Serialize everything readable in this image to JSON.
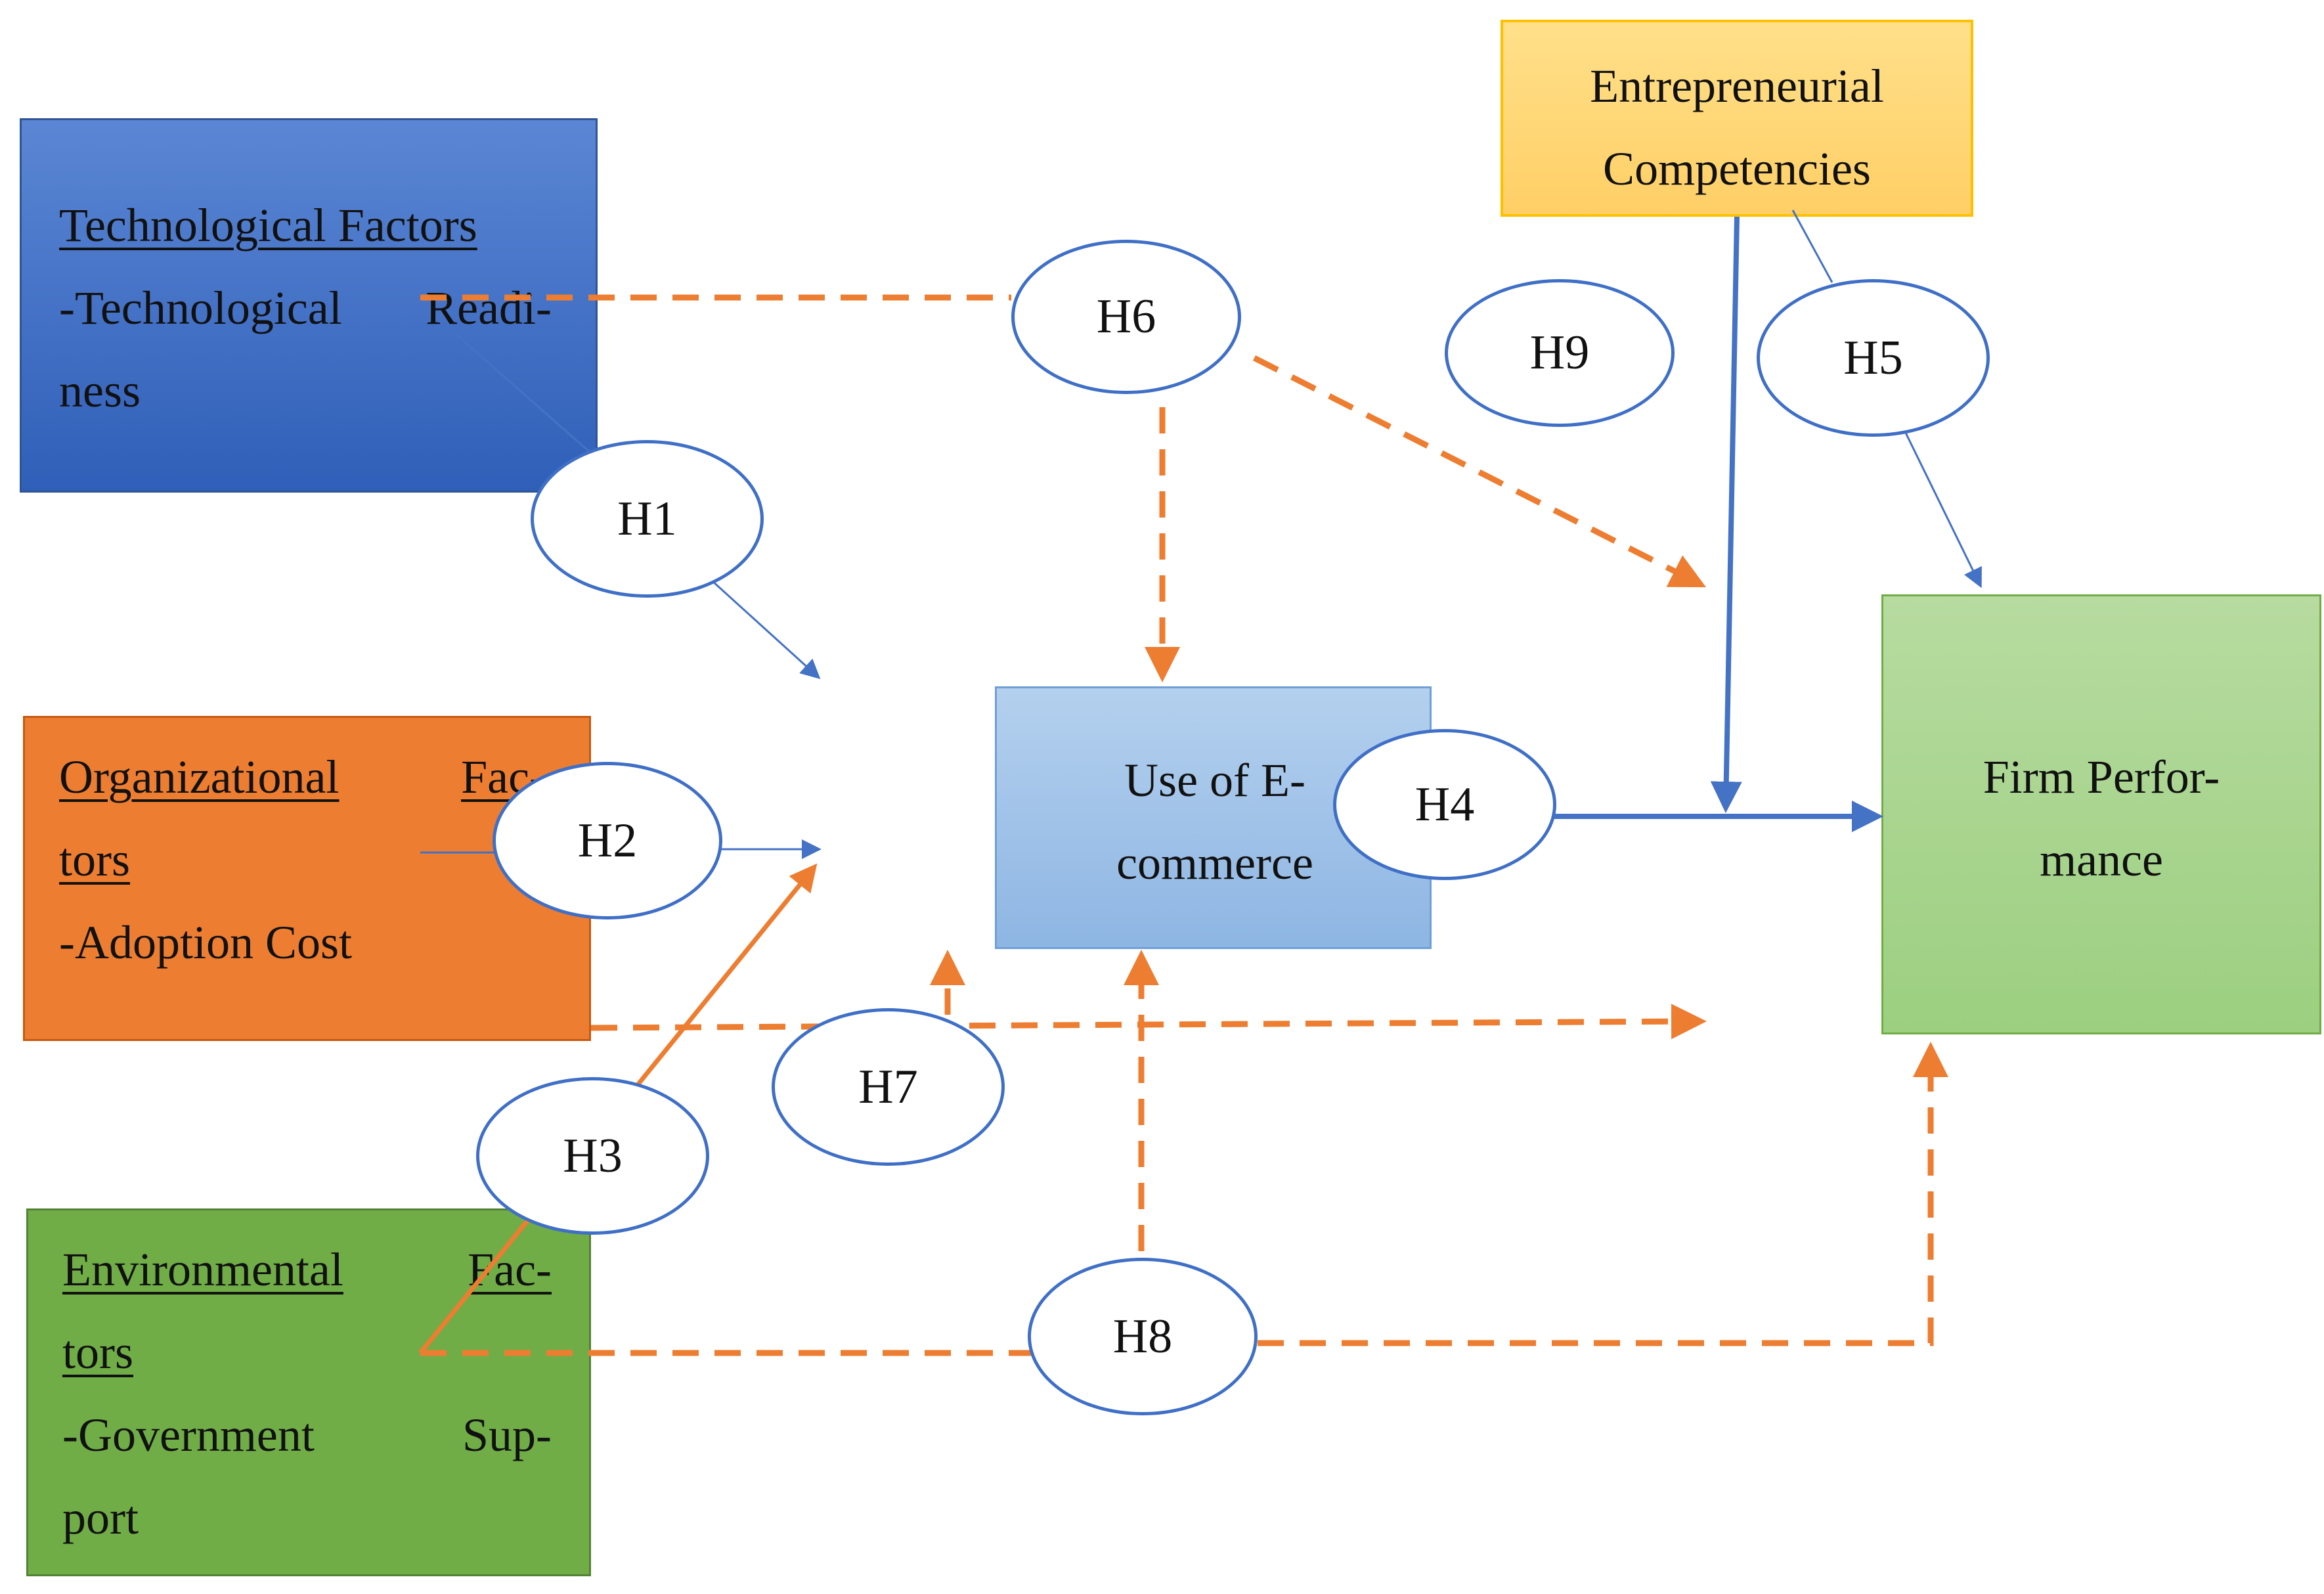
{
  "boxes": {
    "technological": {
      "title": "Technological Factors",
      "line1": "-Technological  Readi-",
      "line2": "ness",
      "color": "#4a76c6"
    },
    "organizational": {
      "title_a": "Organizational",
      "title_b": "Fac-",
      "title_c": "tors",
      "item": "-Adoption Cost",
      "color": "#ed7d31"
    },
    "environmental": {
      "title_a": "Environmental",
      "title_b": "Fac-",
      "title_c": "tors",
      "item_a": "-Government",
      "item_b": "Sup-",
      "item_c": "port",
      "color": "#70ad47"
    },
    "ecommerce": {
      "line1": "Use of E-",
      "line2": "commerce",
      "color": "#9dc3e6"
    },
    "firm": {
      "line1": "Firm Perfor-",
      "line2": "mance",
      "color": "#a9d18e"
    },
    "entrepreneurial": {
      "line1": "Entrepreneurial",
      "line2": "Competencies",
      "color": "#ffd97a"
    }
  },
  "hypotheses": [
    "H1",
    "H2",
    "H3",
    "H4",
    "H5",
    "H6",
    "H7",
    "H8",
    "H9"
  ],
  "colors": {
    "blue_arrow": "#4472c4",
    "orange_arrow": "#ed7d31"
  }
}
